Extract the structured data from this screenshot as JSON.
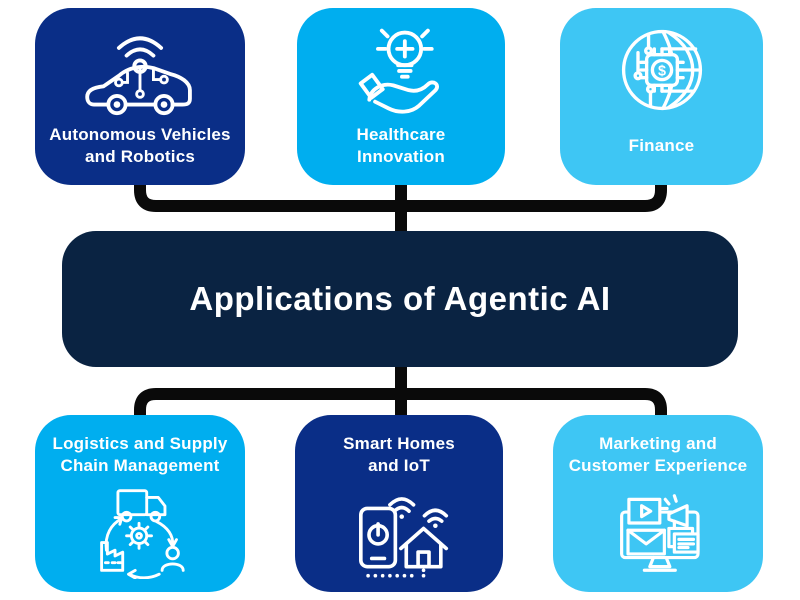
{
  "title": "Applications of Agentic AI",
  "colors": {
    "royal_blue": "#0A2E87",
    "azure_blue": "#00AEEF",
    "sky_blue": "#3EC6F4",
    "dark_navy": "#0A2342",
    "connector_black": "#0A0A0A",
    "label_white": "#FFFFFF",
    "background": "#FFFFFF"
  },
  "top_row": [
    {
      "id": "autonomous-vehicles",
      "label_line1": "Autonomous Vehicles",
      "label_line2": "and Robotics",
      "icon": "autonomous-car-wifi-icon",
      "color": "#0A2E87"
    },
    {
      "id": "healthcare",
      "label_line1": "Healthcare",
      "label_line2": "Innovation",
      "icon": "hand-lightbulb-medical-icon",
      "color": "#00AEEF"
    },
    {
      "id": "finance",
      "label_line1": "Finance",
      "label_line2": "",
      "icon": "globe-circuit-dollar-chip-icon",
      "color": "#3EC6F4"
    }
  ],
  "bottom_row": [
    {
      "id": "logistics",
      "label_line1": "Logistics and Supply",
      "label_line2": "Chain Management",
      "icon": "supply-chain-cycle-icon",
      "color": "#00AEEF"
    },
    {
      "id": "smart-homes",
      "label_line1": "Smart Homes",
      "label_line2": "and IoT",
      "icon": "smartphone-smart-house-icon",
      "color": "#0A2E87"
    },
    {
      "id": "marketing",
      "label_line1": "Marketing and",
      "label_line2": "Customer Experience",
      "icon": "monitor-megaphone-email-icon",
      "color": "#3EC6F4"
    }
  ]
}
